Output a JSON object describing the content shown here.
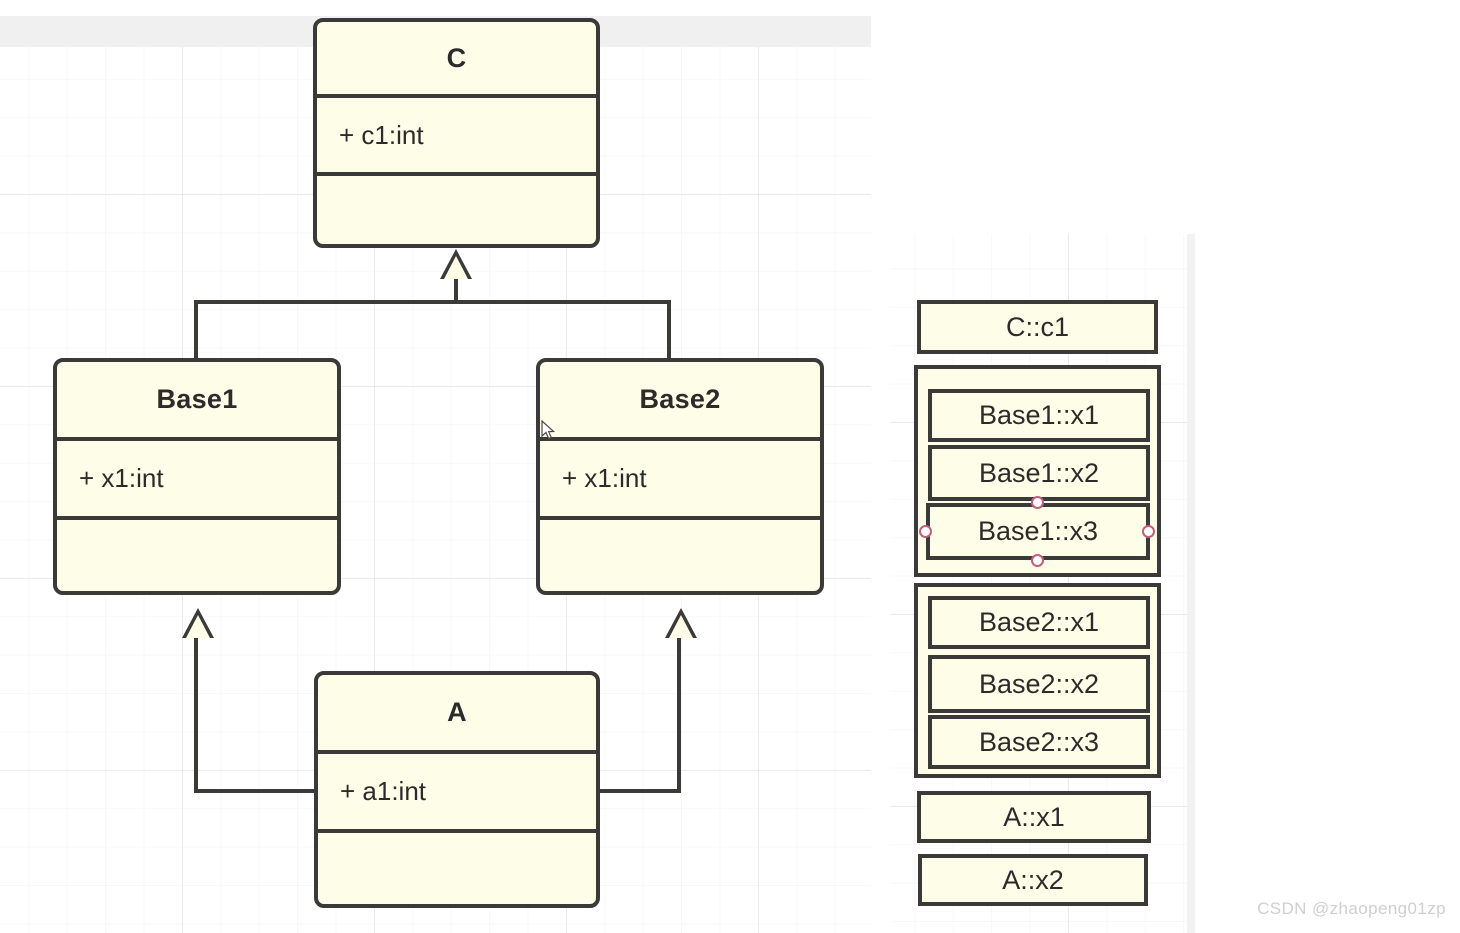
{
  "watermark": "CSDN @zhaopeng01zp",
  "diagram": {
    "title": "UML multiple-inheritance class diagram",
    "classes": [
      {
        "id": "C",
        "name": "C",
        "attribute": "+ c1:int",
        "operations": ""
      },
      {
        "id": "Base1",
        "name": "Base1",
        "attribute": "+ x1:int",
        "operations": ""
      },
      {
        "id": "Base2",
        "name": "Base2",
        "attribute": "+ x1:int",
        "operations": ""
      },
      {
        "id": "A",
        "name": "A",
        "attribute": "+  a1:int",
        "operations": ""
      }
    ],
    "relations": [
      {
        "type": "generalization",
        "from": "Base1",
        "to": "C"
      },
      {
        "type": "generalization",
        "from": "Base2",
        "to": "C"
      },
      {
        "type": "generalization",
        "from": "A",
        "to": "Base1"
      },
      {
        "type": "generalization",
        "from": "A",
        "to": "Base2"
      }
    ]
  },
  "memory_layout": {
    "title": "Object memory layout of A",
    "slots": [
      {
        "label": "C::c1",
        "group": null,
        "selected": false
      },
      {
        "label": "Base1::x1",
        "group": "Base1",
        "selected": false
      },
      {
        "label": "Base1::x2",
        "group": "Base1",
        "selected": false
      },
      {
        "label": "Base1::x3",
        "group": "Base1",
        "selected": true
      },
      {
        "label": "Base2::x1",
        "group": "Base2",
        "selected": false
      },
      {
        "label": "Base2::x2",
        "group": "Base2",
        "selected": false
      },
      {
        "label": "Base2::x3",
        "group": "Base2",
        "selected": false
      },
      {
        "label": "A::x1",
        "group": null,
        "selected": false
      },
      {
        "label": "A::x2",
        "group": null,
        "selected": false
      }
    ]
  },
  "colors": {
    "box_fill": "#fdfde8",
    "box_stroke": "#3a3a38",
    "canvas": "#ffffff",
    "grid_line": "#ebebeb",
    "selection_handle": "#c0607a",
    "watermark": "#cfcfcf",
    "top_band": "#f0f0f0"
  }
}
